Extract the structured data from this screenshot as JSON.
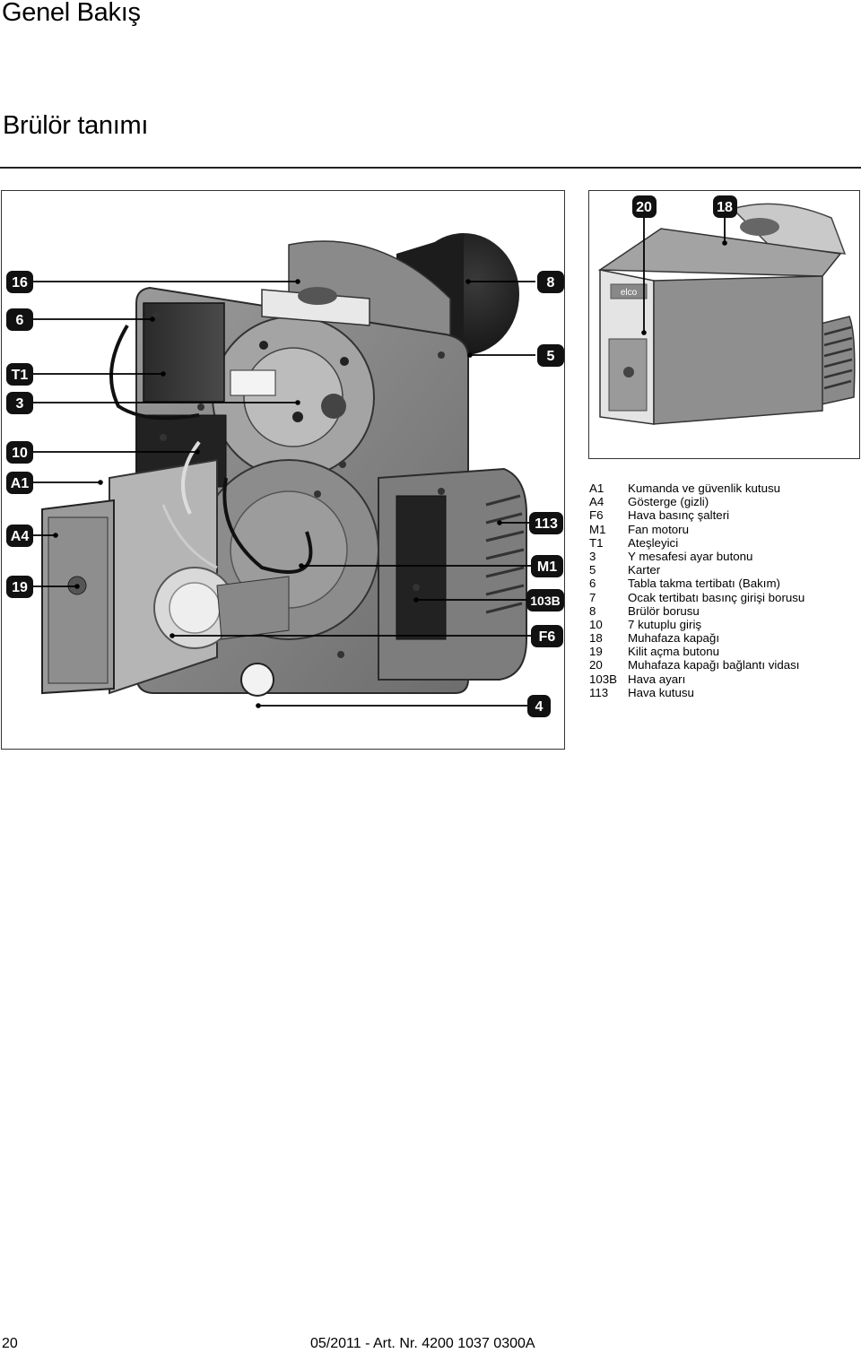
{
  "page": {
    "title": "Genel Bakış",
    "section": "Brülör tanımı",
    "page_number": "20",
    "footer_ref": "05/2011 - Art. Nr. 4200 1037 0300A"
  },
  "figure_main": {
    "callouts_left": [
      "16",
      "6",
      "T1",
      "3",
      "10",
      "A1",
      "A4",
      "19"
    ],
    "callouts_right": [
      "8",
      "5",
      "113",
      "M1",
      "103B",
      "F6",
      "4"
    ]
  },
  "figure_small": {
    "callouts": [
      "20",
      "18"
    ],
    "brand_label": "elco"
  },
  "legend": [
    {
      "code": "A1",
      "desc": "Kumanda ve güvenlik kutusu"
    },
    {
      "code": "A4",
      "desc": "Gösterge (gizli)"
    },
    {
      "code": "F6",
      "desc": "Hava basınç şalteri"
    },
    {
      "code": "M1",
      "desc": "Fan motoru"
    },
    {
      "code": "T1",
      "desc": "Ateşleyici"
    },
    {
      "code": "3",
      "desc": "Y mesafesi ayar butonu"
    },
    {
      "code": "5",
      "desc": "Karter"
    },
    {
      "code": "6",
      "desc": "Tabla takma tertibatı (Bakım)"
    },
    {
      "code": "7",
      "desc": "Ocak tertibatı basınç girişi borusu"
    },
    {
      "code": "8",
      "desc": "Brülör borusu"
    },
    {
      "code": "10",
      "desc": "7 kutuplu giriş"
    },
    {
      "code": "18",
      "desc": "Muhafaza kapağı"
    },
    {
      "code": "19",
      "desc": "Kilit açma butonu"
    },
    {
      "code": "20",
      "desc": "Muhafaza kapağı bağlantı vidası"
    },
    {
      "code": "103B",
      "desc": "Hava ayarı"
    },
    {
      "code": "113",
      "desc": "Hava kutusu"
    }
  ]
}
